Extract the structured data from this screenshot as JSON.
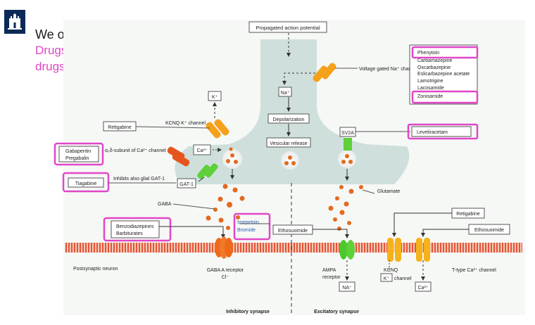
{
  "slide": {
    "title": "We often combine drugs",
    "subtitle_line1": "Drugs circled on pink →",
    "subtitle_line2": "drugs used in animals",
    "pink": "#e146c8"
  },
  "diagram": {
    "top_label": "Propagated action potential",
    "na_channel_label": "Voltage gated Na⁺ channel",
    "na_drugs": [
      "Phenytoin",
      "Carbamazepine",
      "Oxcarbazepine",
      "Eslicarbazepine acetate",
      "Lamotrigine",
      "Lacosamide",
      "Zonisamide"
    ],
    "na_ion": "Na⁺",
    "depolarization": "Depolarization",
    "vesicular_release": "Vesicular release",
    "k_ion": "K⁺",
    "kcnq_channel_label": "KCNQ K⁺ channel",
    "retigabine": "Retigabine",
    "gabapentin": "Gabapentin",
    "pregabalin": "Pregabalin",
    "ca_channel_label": "α₂δ-subunit of Ca²⁺ channel",
    "ca_ion": "Ca²⁺",
    "tiagabine": "Tiagabine",
    "gat_note": "Inhibits also glial GAT-1",
    "gat1": "GAT-1",
    "gaba": "GABA",
    "sv2a": "SV2A",
    "levetiracetam": "Levetiracetam",
    "glutamate": "Glutamate",
    "benzodiazepines": "Benzodiazepines",
    "barbiturates": "Barbiturates",
    "imepitoin": "Imepetoin,",
    "bromide": "Bromide",
    "ethosuximide": "Ethosuximide",
    "retigabine_right": "Retigabine",
    "ethosuximide_right": "Ethosuximide",
    "postsynaptic": "Postsynaptic neuron",
    "gaba_a_receptor": "GABA A receptor",
    "cl_ion": "Cl⁻",
    "ampa_receptor_1": "AMPA",
    "ampa_receptor_2": "receptor",
    "na_ion_bottom": "NA⁺",
    "kcnq_bottom": "KCNQ",
    "k_channel": "channel",
    "k_ion_bottom": "K⁺",
    "t_type": "T-type Ca²⁺ channel",
    "ca_ion_bottom": "Ca²⁺",
    "inhibitory": "Inhibitory synapse",
    "excitatory": "Excitatory synapse"
  }
}
